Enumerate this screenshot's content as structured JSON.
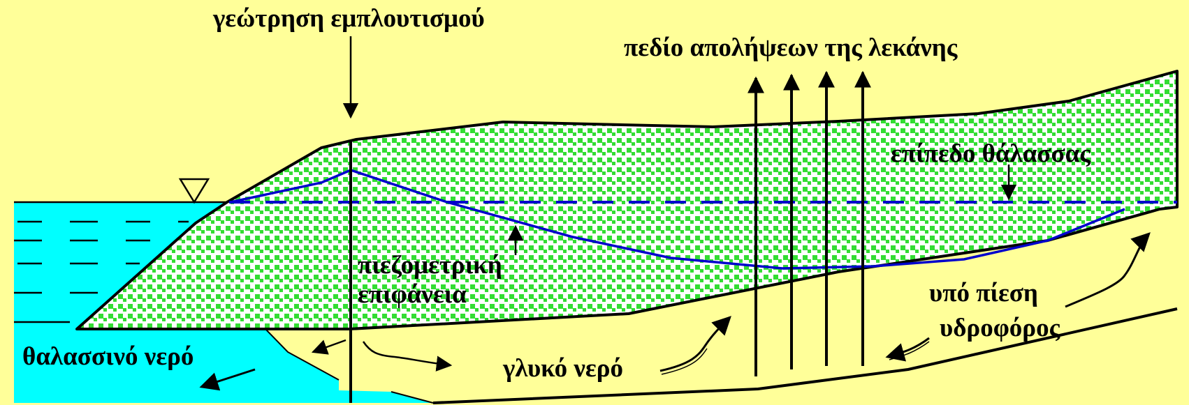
{
  "labels": {
    "recharge_well": "γεώτρηση εμπλουτισμού",
    "pumping_field": "πεδίο απολήψεων της λεκάνης",
    "sea_level": "επίπεδο θάλασσας",
    "piezometric_line1": "πιεζομετρική",
    "piezometric_line2": "επιφάνεια",
    "confined_line1": "υπό πίεση",
    "confined_line2": "υδροφόρος",
    "fresh_water": "γλυκό νερό",
    "sea_water": "θαλασσινό νερό"
  },
  "colors": {
    "background": "#FFFF99",
    "aquifer_base": "#FFFFFF",
    "aquifer_dots": "#33DD33",
    "sea": "#00FFFF",
    "piezometric_line": "#0000CC",
    "sea_level_line": "#0000CC",
    "outline": "#000000"
  }
}
